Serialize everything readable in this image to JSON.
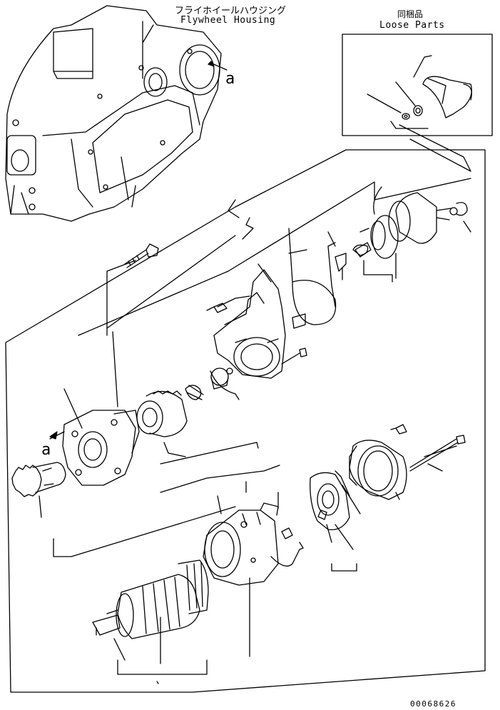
{
  "housing": {
    "title_jp": "フライホイールハウジング",
    "title_en": "Flywheel Housing"
  },
  "loose_parts": {
    "title_jp": "同梱品",
    "title_en": "Loose Parts"
  },
  "markers": {
    "ref_a_top": "a",
    "ref_a_left": "a"
  },
  "drawing_number": "00068626",
  "colors": {
    "line": "#000000",
    "paper": "#ffffff"
  }
}
